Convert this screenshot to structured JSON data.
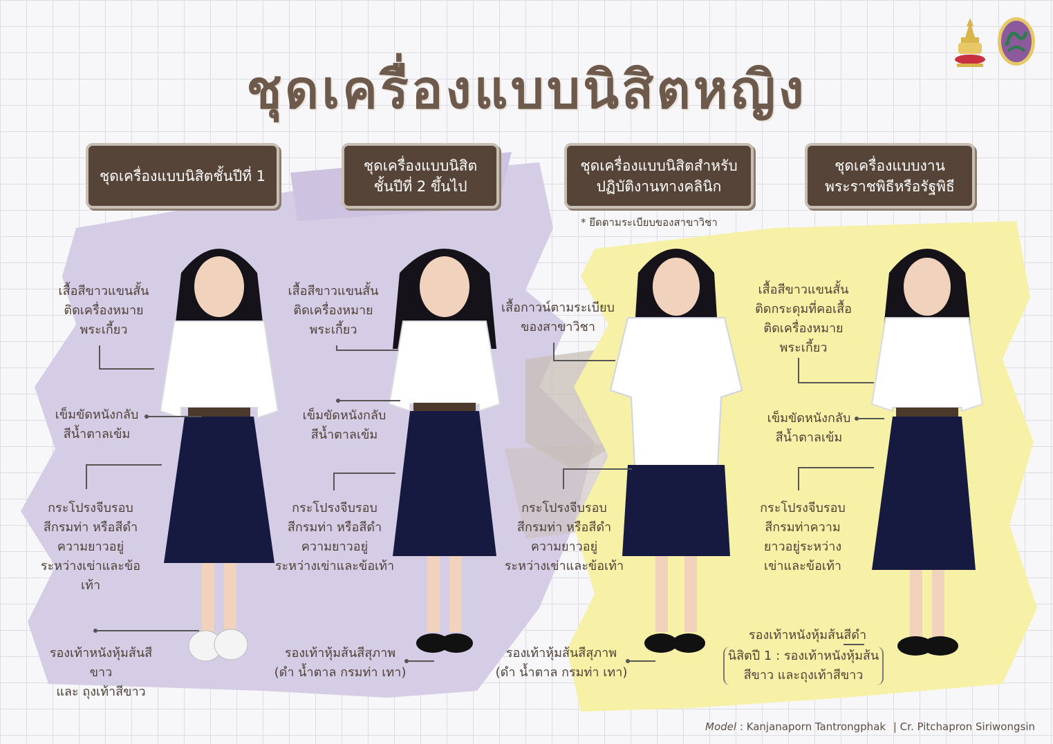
{
  "title": "ชุดเครื่องแบบนิสิตหญิง",
  "colors": {
    "title": "#6e5a4c",
    "box": "#574438",
    "lavender": "#d5cde6",
    "yellow": "#f6f1a6",
    "text": "#4d4037",
    "skirt": "#161a40"
  },
  "logos": {
    "left": "chula-crest-icon",
    "right": "faculty-seal-icon"
  },
  "panels": [
    {
      "heading": "ชุดเครื่องแบบนิสิตชั้นปีที่ 1",
      "shirt": "เสื้อสีขาวแขนสั้น\nติดเครื่องหมาย\nพระเกี้ยว",
      "belt": "เข็มขัดหนังกลับ\nสีน้ำตาลเข้ม",
      "skirt": "กระโปรงจีบรอบ\nสีกรมท่า หรือสีดำ\nความยาวอยู่\nระหว่างเข่าและข้อเท้า",
      "shoes": "รองเท้าหนังหุ้มส้นสีขาว\nและ ถุงเท้าสีขาว"
    },
    {
      "heading": "ชุดเครื่องแบบนิสิต\nชั้นปีที่ 2 ขึ้นไป",
      "shirt": "เสื้อสีขาวแขนสั้น\nติดเครื่องหมาย\nพระเกี้ยว",
      "belt": "เข็มขัดหนังกลับ\nสีน้ำตาลเข้ม",
      "skirt": "กระโปรงจีบรอบ\nสีกรมท่า หรือสีดำ\nความยาวอยู่\nระหว่างเข่าและข้อเท้า",
      "shoes": "รองเท้าหุ้มส้นสีสุภาพ\n(ดำ น้ำตาล กรมท่า เทา)"
    },
    {
      "heading": "ชุดเครื่องแบบนิสิตสำหรับ\nปฏิบัติงานทางคลินิก",
      "note": "* ยึดตามระเบียบของสาขาวิชา",
      "shirt": "เสื้อกาวน์ตามระเบียบ\nของสาขาวิชา",
      "skirt": "กระโปรงจีบรอบ\nสีกรมท่า หรือสีดำ\nความยาวอยู่\nระหว่างเข่าและข้อเท้า",
      "shoes": "รองเท้าหุ้มส้นสีสุภาพ\n(ดำ น้ำตาล กรมท่า เทา)"
    },
    {
      "heading": "ชุดเครื่องแบบงาน\nพระราชพิธีหรือรัฐพิธี",
      "shirt": "เสื้อสีขาวแขนสั้น\nติดกระดุมที่คอเสื้อ\nติดเครื่องหมาย\nพระเกี้ยว",
      "belt": "เข็มขัดหนังกลับ\nสีน้ำตาลเข้ม",
      "skirt": "กระโปรงจีบรอบ\nสีกรมท่าความ\nยาวอยู่ระหว่าง\nเข่าและข้อเท้า",
      "shoes_main": "รองเท้าหนังหุ้มส้นสีดำ",
      "shoes_note": "นิสิตปี 1 : รองเท้าหนังหุ้มส้น\nสีขาว และถุงเท้าสีขาว"
    }
  ],
  "credit": {
    "model_label": "Model",
    "model_name": ": Kanjanaporn  Tantrongphak",
    "cr": "| Cr.  Pitchapron  Siriwongsin"
  }
}
